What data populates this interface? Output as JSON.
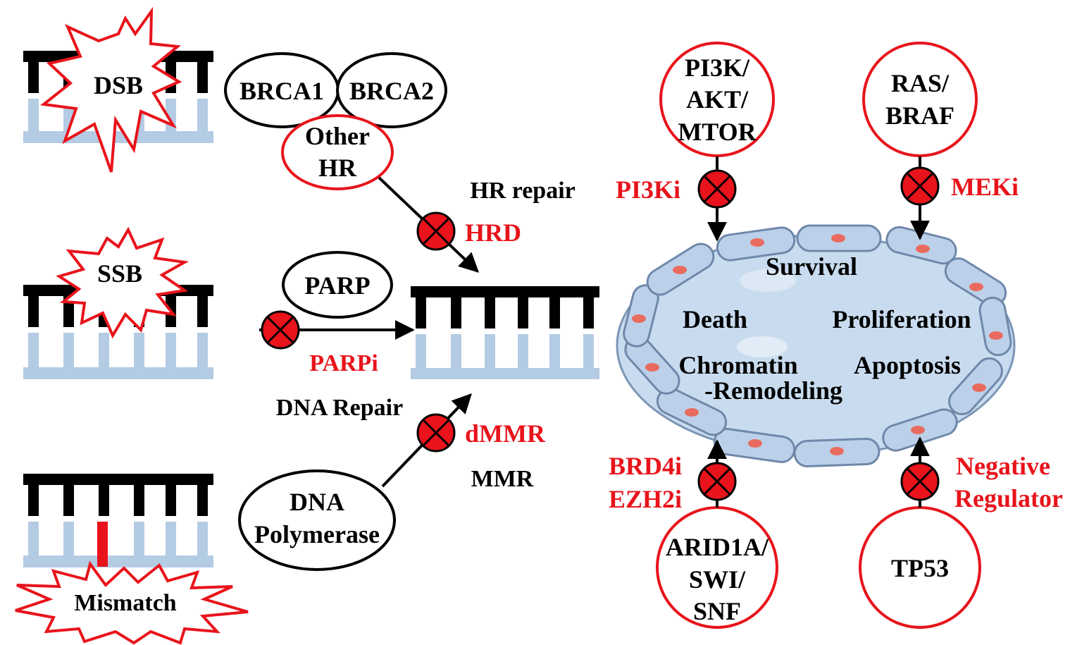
{
  "colors": {
    "red": "#e8131b",
    "black": "#000000",
    "dna_backbone_light": "#b4cbe4",
    "cell_fill": "#c9dcef",
    "cell_border": "#7c95b6",
    "nucleus": "#e96b5f"
  },
  "icons": {
    "inhibitor": "circle-with-x",
    "damage": "starburst"
  },
  "damage": {
    "dsb": "DSB",
    "ssb": "SSB",
    "mismatch": "Mismatch"
  },
  "hr": {
    "brca1": "BRCA1",
    "brca2": "BRCA2",
    "other_line1": "Other",
    "other_line2": "HR",
    "repair_label": "HR repair",
    "deficiency": "HRD"
  },
  "parp": {
    "label": "PARP",
    "inhibitor": "PARPi",
    "dna_repair": "DNA Repair"
  },
  "mmr": {
    "polymerase_line1": "DNA",
    "polymerase_line2": "Polymerase",
    "deficiency": "dMMR",
    "label": "MMR"
  },
  "pathways": {
    "pi3k_line1": "PI3K/",
    "pi3k_line2": "AKT/",
    "pi3k_line3": "MTOR",
    "pi3k_inhibitor": "PI3Ki",
    "ras_line1": "RAS/",
    "ras_line2": "BRAF",
    "ras_inhibitor": "MEKi",
    "arid_line1": "ARID1A/",
    "arid_line2": "SWI/",
    "arid_line3": "SNF",
    "arid_inhibitor1": "BRD4i",
    "arid_inhibitor2": "EZH2i",
    "tp53": "TP53",
    "tp53_regulator1": "Negative",
    "tp53_regulator2": "Regulator"
  },
  "cell": {
    "survival": "Survival",
    "death": "Death",
    "proliferation": "Proliferation",
    "chromatin_line1": "Chromatin",
    "chromatin_line2": "-Remodeling",
    "apoptosis": "Apoptosis"
  }
}
